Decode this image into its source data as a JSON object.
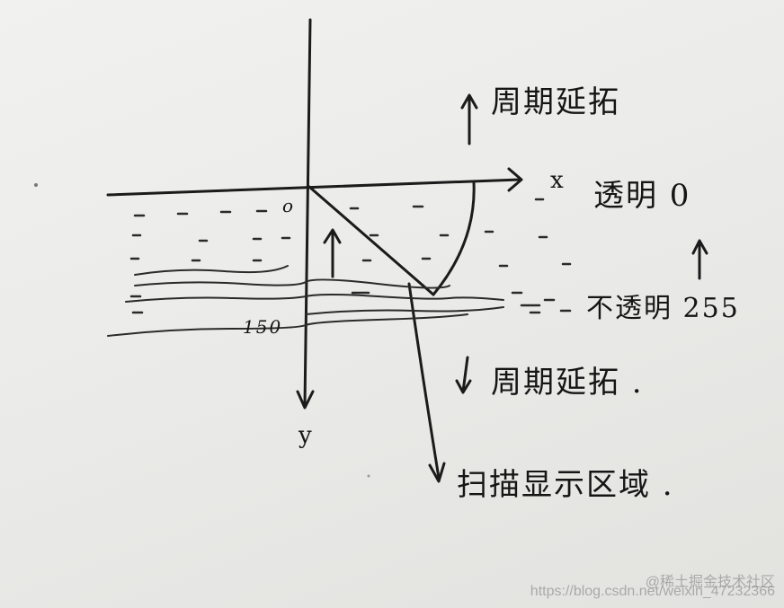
{
  "axis": {
    "x_label": "x",
    "y_label": "y",
    "origin_label": "o"
  },
  "labels": {
    "period_up": "周期延拓",
    "transparent": "透明 0",
    "opaque": "不透明 255",
    "period_down": "周期延拓 .",
    "scan_area": "扫描显示区域 .",
    "y_mark": "150"
  },
  "watermark": {
    "line1": "@稀土掘金技术社区",
    "line2": "https://blog.csdn.net/weixin_47232366"
  }
}
